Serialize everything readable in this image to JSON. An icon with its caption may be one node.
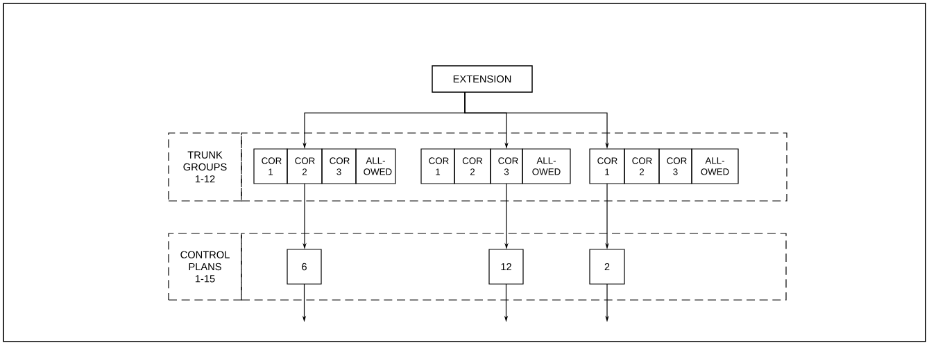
{
  "diagram": {
    "nodes": [
      {
        "text": [
          "EXTENSION"
        ]
      },
      {
        "text": [
          "TRUNK GROUPS 1-12"
        ]
      },
      {
        "text": [],
        "shape": "box"
      },
      {
        "text": [
          "COR 1"
        ],
        "in": 2
      },
      {
        "text": [
          "COR 2"
        ],
        "in": 2
      },
      {
        "text": [
          "COR 3"
        ],
        "in": 2
      },
      {
        "text": [
          "ALL- OWED"
        ],
        "in": 2
      },
      {
        "text": [
          "COR 1"
        ],
        "in": 2
      },
      {
        "text": [
          "COR 2"
        ],
        "in": 2
      },
      {
        "text": [
          "COR 3"
        ],
        "in": 2
      },
      {
        "text": [
          "ALL- OWED"
        ],
        "in": 2
      },
      {
        "text": [
          "COR 1"
        ],
        "in": 2
      },
      {
        "text": [
          "COR 2"
        ],
        "in": 2
      },
      {
        "text": [
          "COR 3"
        ],
        "in": 2
      },
      {
        "text": [
          "ALL- OWED"
        ],
        "in": 2
      },
      {
        "text": [
          "CONTROL PLANS 1-15"
        ]
      },
      {
        "text": [],
        "shape": "box"
      },
      {
        "text": [
          "6"
        ],
        "in": 16
      },
      {
        "text": [
          "12"
        ],
        "in": 16
      },
      {
        "text": [
          "2"
        ],
        "in": 16
      }
    ],
    "edges": [
      {
        "from": 0,
        "to": 4,
        "arrow": "to"
      },
      {
        "from": 0,
        "to": 9,
        "arrow": "to"
      },
      {
        "from": 0,
        "to": 11,
        "arrow": "to"
      },
      {
        "from": 4,
        "to": 17,
        "arrow": "to"
      },
      {
        "from": 9,
        "to": 18,
        "arrow": "to"
      },
      {
        "from": 11,
        "to": 19,
        "arrow": "to"
      },
      {
        "from": 17,
        "to": null,
        "arrow": "to"
      },
      {
        "from": 18,
        "to": null,
        "arrow": "to"
      },
      {
        "from": 19,
        "to": null,
        "arrow": "to"
      }
    ]
  }
}
